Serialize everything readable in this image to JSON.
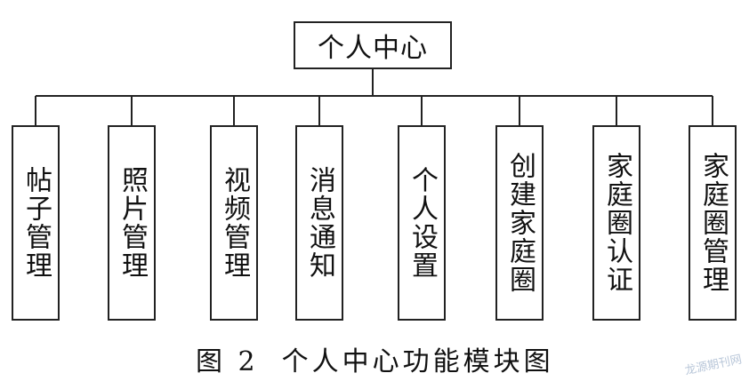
{
  "root": {
    "label": "个人中心"
  },
  "children": [
    {
      "label": "帖子管理"
    },
    {
      "label": "照片管理"
    },
    {
      "label": "视频管理"
    },
    {
      "label": "消息通知"
    },
    {
      "label": "个人设置"
    },
    {
      "label": "创建家庭圈"
    },
    {
      "label": "家庭圈认证"
    },
    {
      "label": "家庭圈管理"
    }
  ],
  "caption": {
    "number": "图 2",
    "title": "个人中心功能模块图"
  },
  "watermark": "龙源期刊网"
}
